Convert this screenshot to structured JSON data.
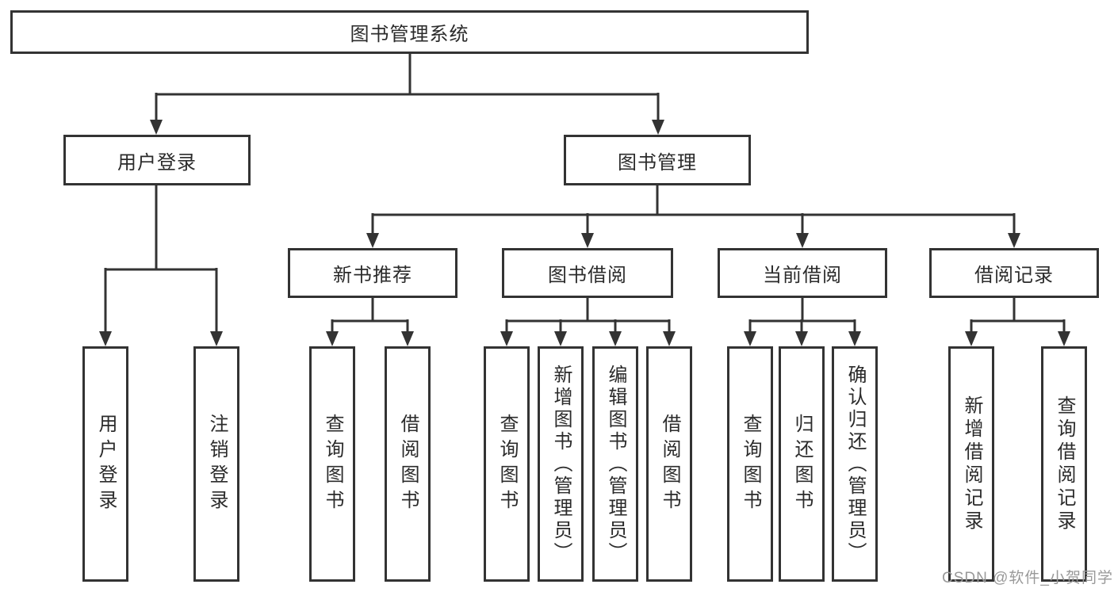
{
  "colors": {
    "line": "#333333",
    "box_fill": "#ffffff",
    "text": "#2b2b2b",
    "watermark": "#999999",
    "background": "#ffffff"
  },
  "watermark": "CSDN @软件_小贺同学",
  "tree": {
    "root": {
      "label": "图书管理系统"
    },
    "branches": [
      {
        "label": "用户登录",
        "children": [
          {
            "label": "用户登录"
          },
          {
            "label": "注销登录"
          }
        ]
      },
      {
        "label": "图书管理",
        "children": [
          {
            "label": "新书推荐",
            "children": [
              {
                "label": "查询图书"
              },
              {
                "label": "借阅图书"
              }
            ]
          },
          {
            "label": "图书借阅",
            "children": [
              {
                "label": "查询图书"
              },
              {
                "label": "新增图书（管理员）"
              },
              {
                "label": "编辑图书（管理员）"
              },
              {
                "label": "借阅图书"
              }
            ]
          },
          {
            "label": "当前借阅",
            "children": [
              {
                "label": "查询图书"
              },
              {
                "label": "归还图书"
              },
              {
                "label": "确认归还（管理员）"
              }
            ]
          },
          {
            "label": "借阅记录",
            "children": [
              {
                "label": "新增借阅记录"
              },
              {
                "label": "查询借阅记录"
              }
            ]
          }
        ]
      }
    ]
  }
}
